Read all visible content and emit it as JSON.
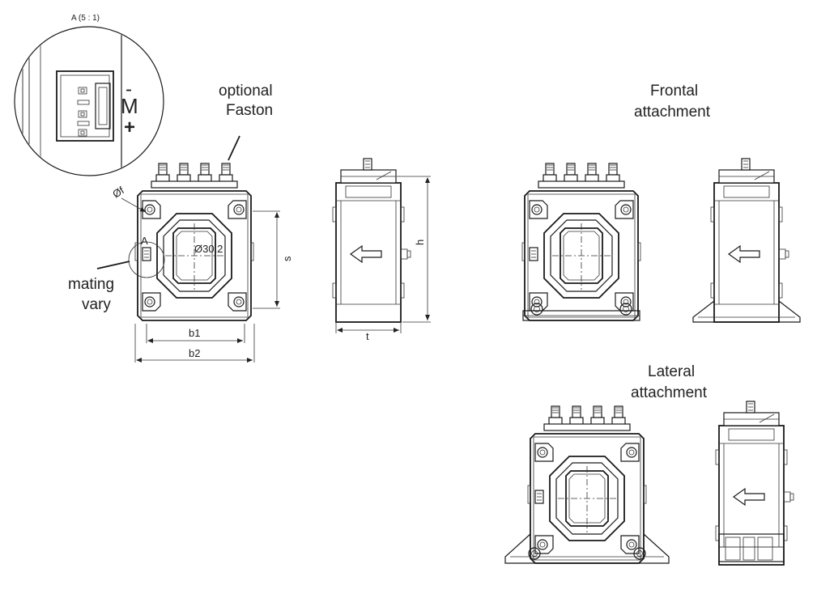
{
  "labels": {
    "detail_title": "A (5 : 1)",
    "pin_minus": "-",
    "pin_m": "M",
    "pin_plus": "+",
    "optional_line1": "optional",
    "optional_line2": "Faston",
    "frontal_line1": "Frontal",
    "frontal_line2": "attachment",
    "lateral_line1": "Lateral",
    "lateral_line2": "attachment",
    "mating_line1": "mating",
    "mating_line2": "vary",
    "detail_marker": "A"
  },
  "dimensions": {
    "hole_diameter": "Øf",
    "aperture_diameter": "Ø30,2",
    "s": "s",
    "b1": "b1",
    "b2": "b2",
    "h": "h",
    "t": "t"
  }
}
